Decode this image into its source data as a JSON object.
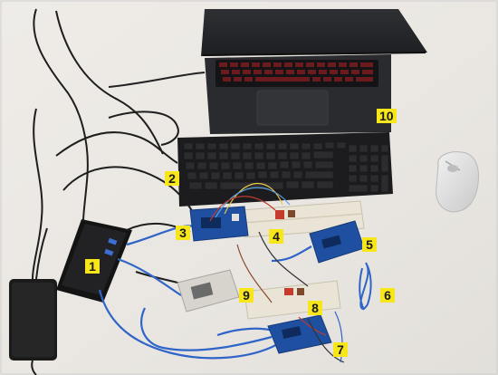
{
  "labels": [
    "1",
    "2",
    "3",
    "4",
    "5",
    "6",
    "7",
    "8",
    "9",
    "10"
  ],
  "colors": {
    "desk": "#ebe8e4",
    "label_background": "#f6e61a",
    "label_text": "#1a1a1a",
    "keyboard": "#1c1c1e",
    "laptop": "#25262a",
    "breadboard": "#e9e4d6",
    "arduino_board": "#1f4fa0",
    "mouse": "#dcdcdc",
    "cable_blue": "#2f64c8"
  }
}
